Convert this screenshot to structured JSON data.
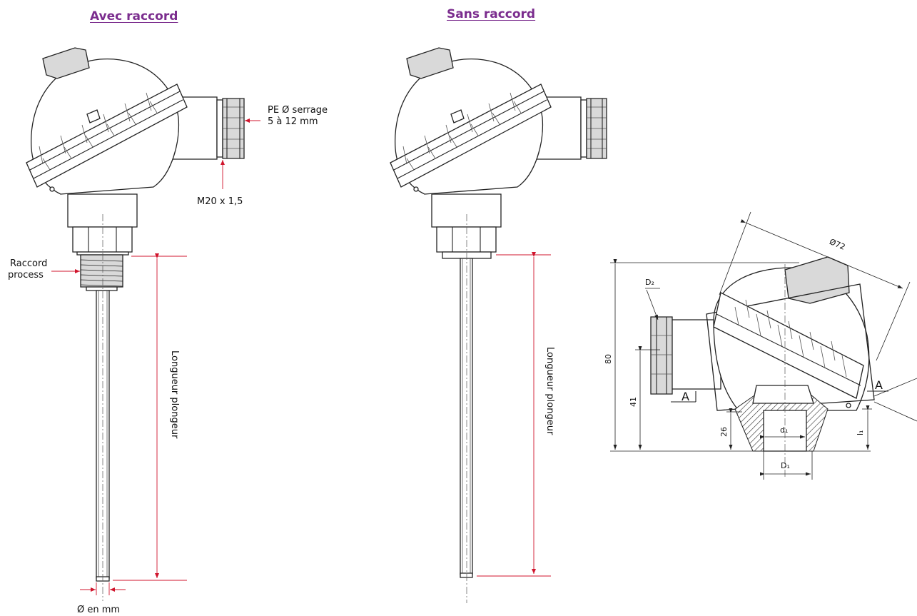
{
  "headings": {
    "with_fitting": "Avec raccord",
    "without_fitting": "Sans raccord"
  },
  "labels": {
    "cable_gland": "PE Ø serrage",
    "cable_gland_range": "5 à 12 mm",
    "thread": "M20 x 1,5",
    "process_fitting_1": "Raccord",
    "process_fitting_2": "process",
    "immersion_length_left": "Longueur plongeur",
    "immersion_length_right": "Longueur plongeur",
    "diameter": "Ø en mm"
  },
  "dimensions": {
    "head_diameter": "Ø72",
    "d2": "D₂",
    "height_total": "80",
    "height_gland": "41",
    "height_neck": "26",
    "d1_inner": "d₁",
    "d1_outer": "D₁",
    "l1": "l₁",
    "section_mark_left": "A",
    "section_mark_right": "A"
  },
  "colors": {
    "heading": "#7b2d8e",
    "dimension_lines": "#d0142c"
  }
}
